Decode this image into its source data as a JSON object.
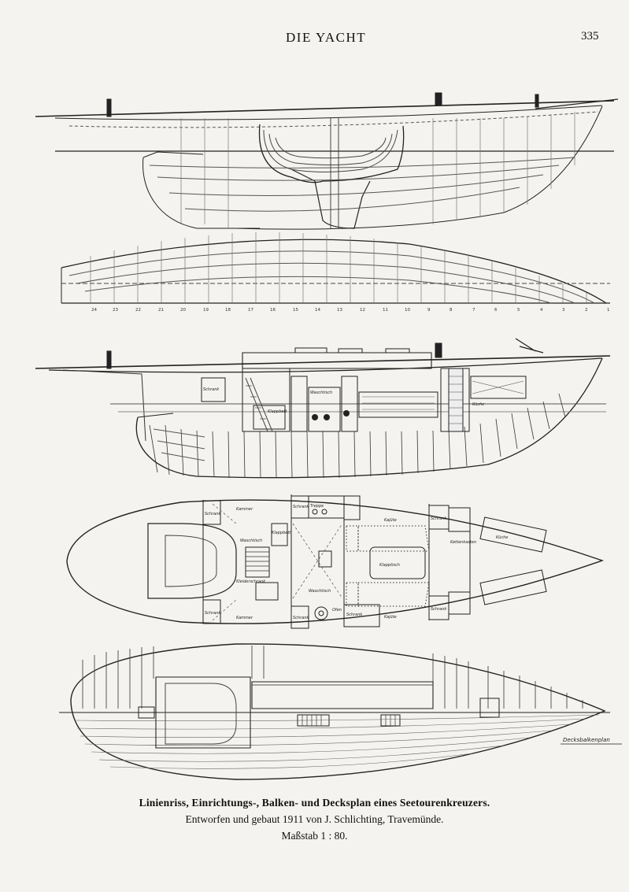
{
  "header": {
    "running_title": "DIE YACHT",
    "page_number": "335"
  },
  "drawing_labels": {
    "decksbalken": "Decksbalkenplan",
    "section_numbers": [
      "24",
      "23",
      "22",
      "21",
      "20",
      "19",
      "18",
      "17",
      "16",
      "15",
      "14",
      "13",
      "12",
      "11",
      "10",
      "9",
      "8",
      "7",
      "6",
      "5",
      "4",
      "3",
      "2",
      "1"
    ],
    "interior": {
      "schrank": "Schrank",
      "klappbett": "Klappbett",
      "waschtisch": "Waschtisch",
      "kleiderschrank": "Kleiderschrank",
      "treppe": "Treppe",
      "klapptisch": "Klapptisch",
      "kajuete": "Kajüte",
      "ofen": "Ofen",
      "kettenkasten": "Kettenkasten",
      "kammer": "Kammer",
      "kueche": "Küche"
    }
  },
  "caption": {
    "title": "Linienriss, Einrichtungs-, Balken- und Decksplan eines Seetourenkreuzers.",
    "line2": "Entworfen und gebaut 1911 von J. Schlichting, Travemünde.",
    "line3": "Maßstab 1 : 80."
  }
}
